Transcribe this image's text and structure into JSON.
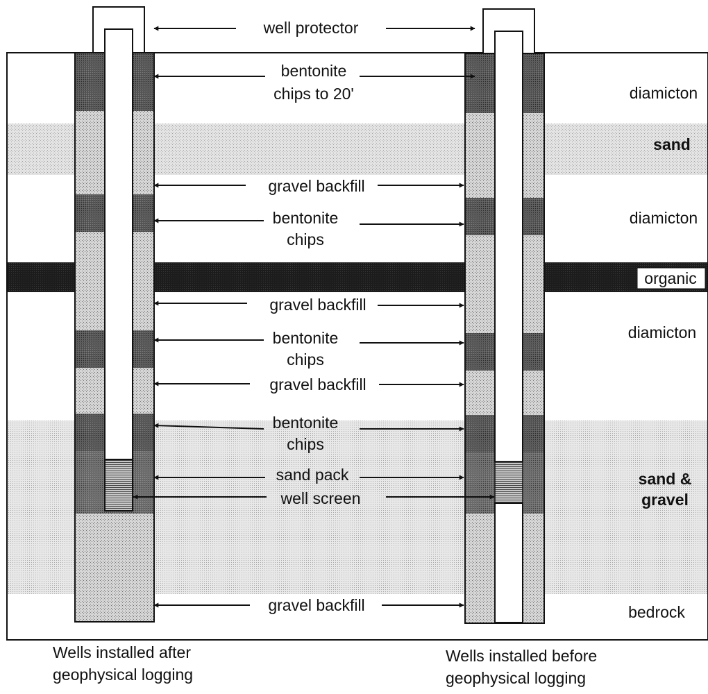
{
  "colors": {
    "background": "#ffffff",
    "diamicton": "#ffffff",
    "sand": "#e2e2e2",
    "organic": "#1c1c1c",
    "sand_and_gravel": "#e6e6e6",
    "bentonite_chips": "#555555",
    "gravel_backfill": "#cfcfcf",
    "sand_pack": "#666666",
    "well_screen": "#9a9a9a",
    "casing": "#ffffff",
    "outline": "#111111"
  },
  "layers": [
    {
      "key": "diamicton_top",
      "label": "diamicton",
      "pattern": "plain"
    },
    {
      "key": "sand",
      "label": "sand",
      "pattern": "sand"
    },
    {
      "key": "diamicton_upper",
      "label": "diamicton",
      "pattern": "plain"
    },
    {
      "key": "organic",
      "label": "organic",
      "pattern": "organic"
    },
    {
      "key": "diamicton_lower",
      "label": "diamicton",
      "pattern": "plain"
    },
    {
      "key": "sand_gravel",
      "label": "sand &\ngravel",
      "pattern": "sandgravel"
    },
    {
      "key": "bedrock",
      "label": "bedrock",
      "pattern": "plain"
    }
  ],
  "callouts": {
    "well_protector": "well protector",
    "bentonite_top": "bentonite\nchips  to 20'",
    "gravel_1": "gravel backfill",
    "bentonite_2": "bentonite\nchips",
    "gravel_2": "gravel backfill",
    "bentonite_3": "bentonite\nchips",
    "gravel_3": "gravel backfill",
    "bentonite_4": "bentonite\nchips",
    "sand_pack": "sand pack",
    "well_screen": "well screen",
    "gravel_bottom": "gravel backfill"
  },
  "wells": {
    "after": {
      "caption": "Wells installed after\ngeophysical logging"
    },
    "before": {
      "caption": "Wells installed before\ngeophysical logging"
    }
  }
}
